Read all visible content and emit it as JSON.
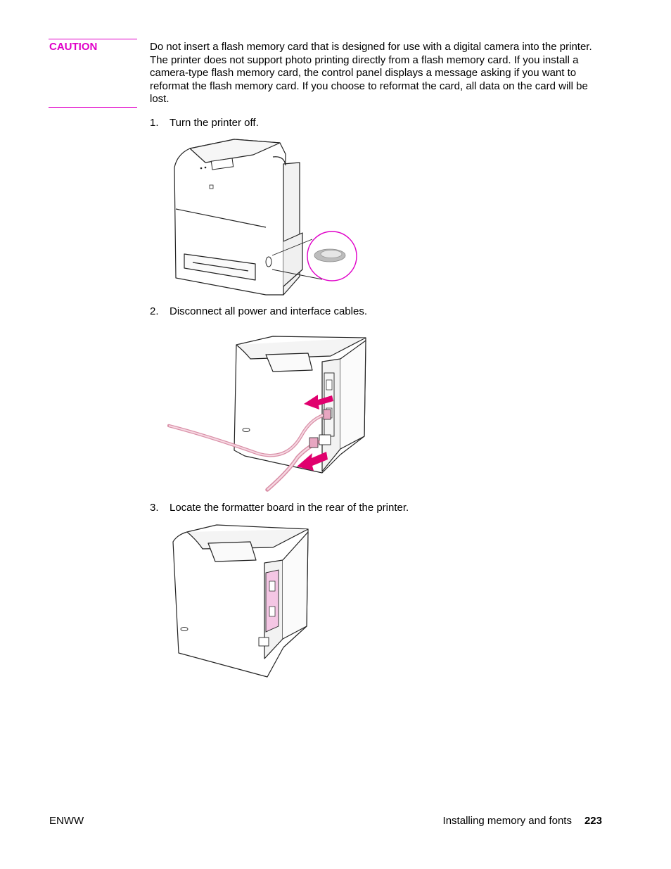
{
  "caution": {
    "label": "CAUTION",
    "text": "Do not insert a flash memory card that is designed for use with a digital camera into the printer. The printer does not support photo printing directly from a flash memory card. If you install a camera-type flash memory card, the control panel displays a message asking if you want to reformat the flash memory card. If you choose to reformat the card, all data on the card will be lost."
  },
  "steps": [
    {
      "num": "1.",
      "text": "Turn the printer off."
    },
    {
      "num": "2.",
      "text": "Disconnect all power and interface cables."
    },
    {
      "num": "3.",
      "text": "Locate the formatter board in the rear of the printer."
    }
  ],
  "footer": {
    "left": "ENWW",
    "section": "Installing memory and fonts",
    "page": "223"
  },
  "colors": {
    "accent": "#e000c8",
    "highlight_pink": "#f4c6e4",
    "arrow_magenta": "#e0006e"
  }
}
